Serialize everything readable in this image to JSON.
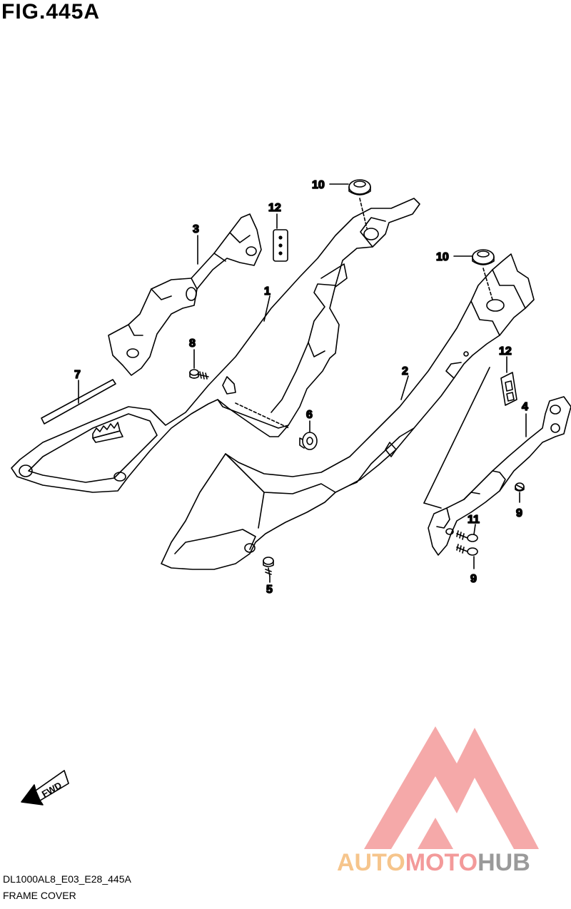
{
  "figure": {
    "title": "FIG.445A",
    "model_code": "DL1000AL8_E03_E28_445A",
    "name": "FRAME COVER"
  },
  "fwd_label": "FWD",
  "callouts": [
    {
      "id": "c1",
      "label": "1"
    },
    {
      "id": "c2",
      "label": "2"
    },
    {
      "id": "c3",
      "label": "3"
    },
    {
      "id": "c4",
      "label": "4"
    },
    {
      "id": "c5",
      "label": "5"
    },
    {
      "id": "c6",
      "label": "6"
    },
    {
      "id": "c7",
      "label": "7"
    },
    {
      "id": "c8",
      "label": "8"
    },
    {
      "id": "c9a",
      "label": "9"
    },
    {
      "id": "c9b",
      "label": "9"
    },
    {
      "id": "c10a",
      "label": "10"
    },
    {
      "id": "c10b",
      "label": "10"
    },
    {
      "id": "c11",
      "label": "11"
    },
    {
      "id": "c12a",
      "label": "12"
    },
    {
      "id": "c12b",
      "label": "12"
    }
  ],
  "watermark": {
    "part1": "AUTO",
    "part2": "MOTO",
    "part3": "HUB",
    "colors": {
      "auto": "#f6c58c",
      "moto": "#f39a9a",
      "hub": "#9a9a9a",
      "logo": "#f39a9a"
    }
  }
}
